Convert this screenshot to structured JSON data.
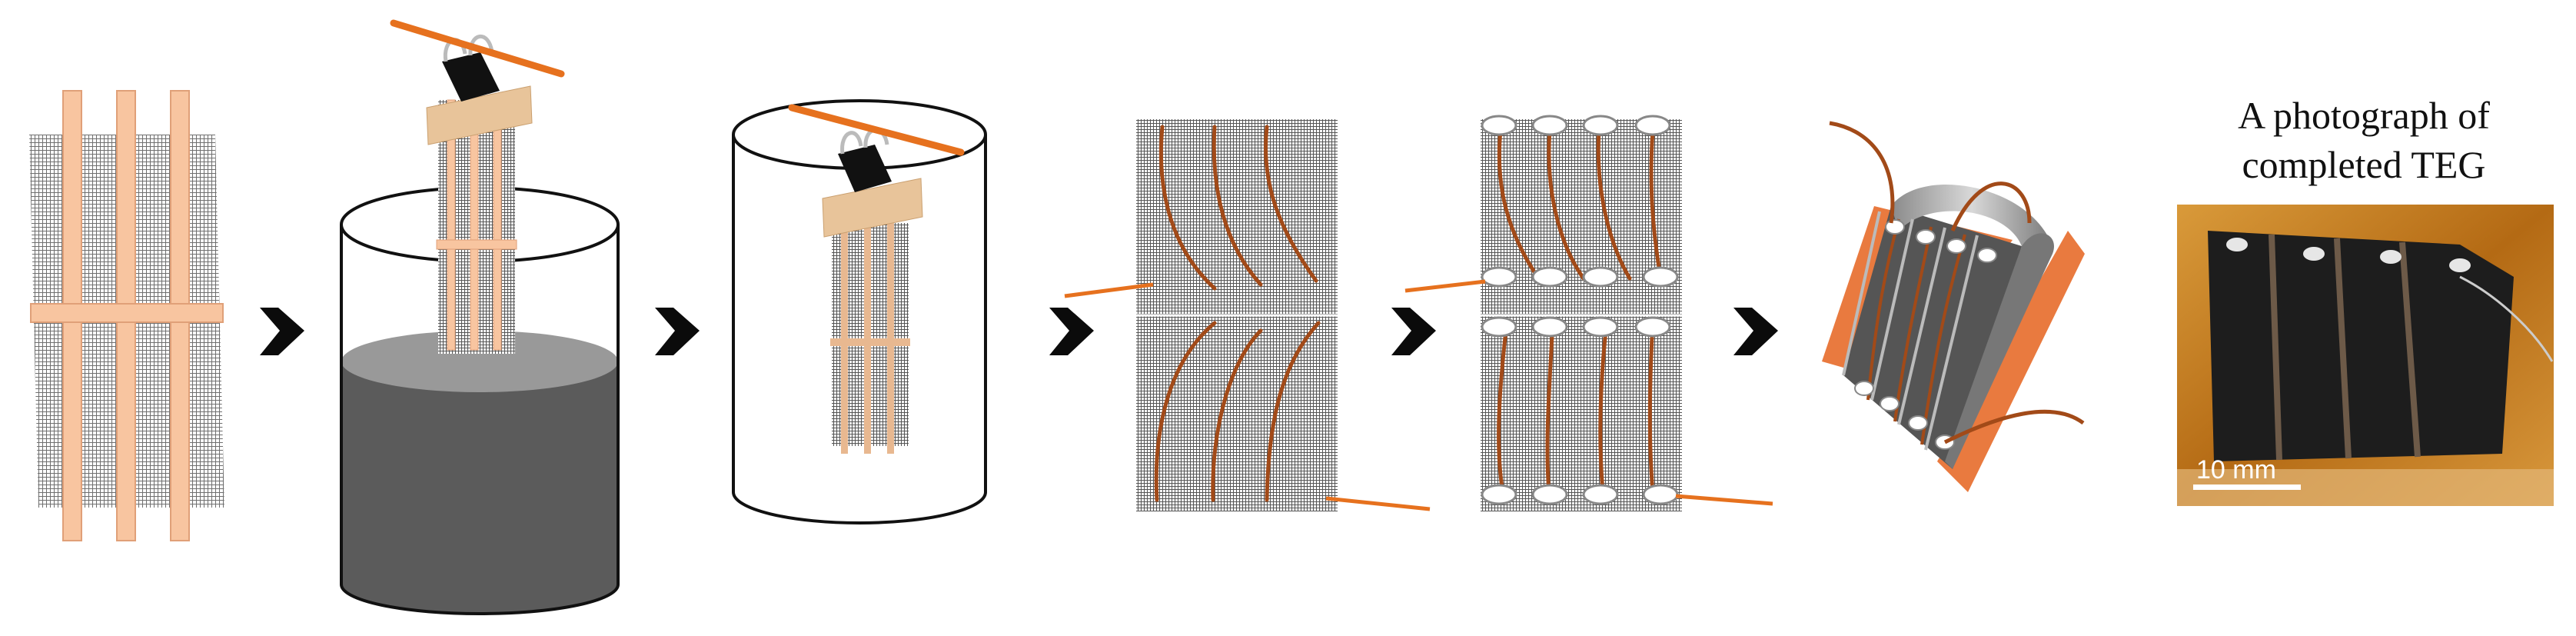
{
  "caption": {
    "line1": "A photograph of",
    "line2": "completed TEG"
  },
  "scale_bar": {
    "label": "10 mm"
  },
  "colors": {
    "fabric": "#7a7a7a",
    "tape": "#f8c5a0",
    "tape_edge": "#e0a078",
    "rod": "#e6711e",
    "wire": "#a24a18",
    "arrow": "#0b0b0b",
    "liquid": "#5b5b5b",
    "liquid_top": "#999999",
    "clip": "#111111",
    "module_body": "#555555",
    "module_top": "#aaaaaa",
    "polyimide": "#e97a3f",
    "photo_bg": "#c9821c",
    "photo_film": "#d89a40"
  },
  "icons": [
    "binder-clip-icon",
    "process-arrow-icon"
  ]
}
